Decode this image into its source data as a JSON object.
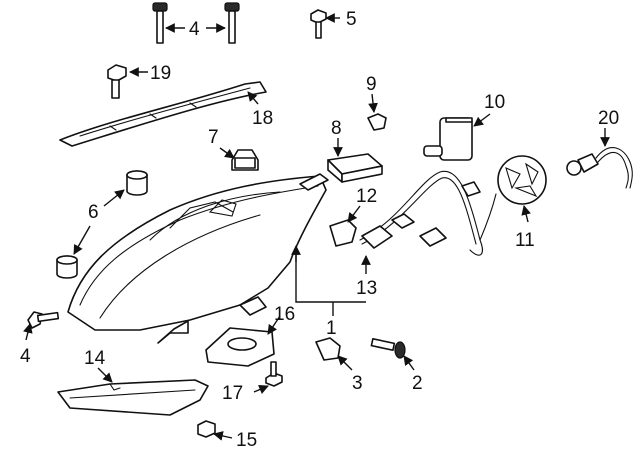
{
  "diagram": {
    "callouts": [
      "1",
      "2",
      "3",
      "4",
      "4",
      "5",
      "6",
      "7",
      "8",
      "9",
      "10",
      "11",
      "12",
      "13",
      "14",
      "15",
      "16",
      "17",
      "18",
      "19",
      "20"
    ]
  },
  "colors": {
    "line": "#111111",
    "background": "#ffffff"
  }
}
